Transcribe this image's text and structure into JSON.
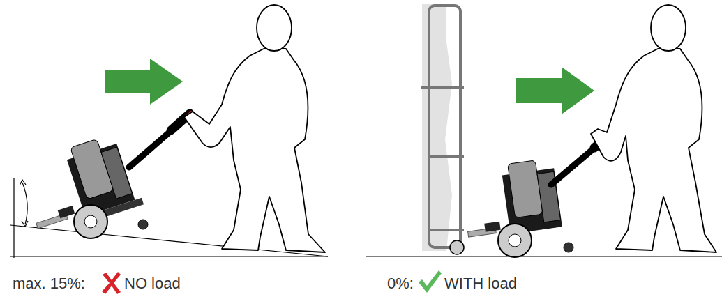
{
  "diagram": {
    "labels": [
      "max. 15%:",
      "NO load",
      "0%:",
      "WITH load"
    ]
  }
}
